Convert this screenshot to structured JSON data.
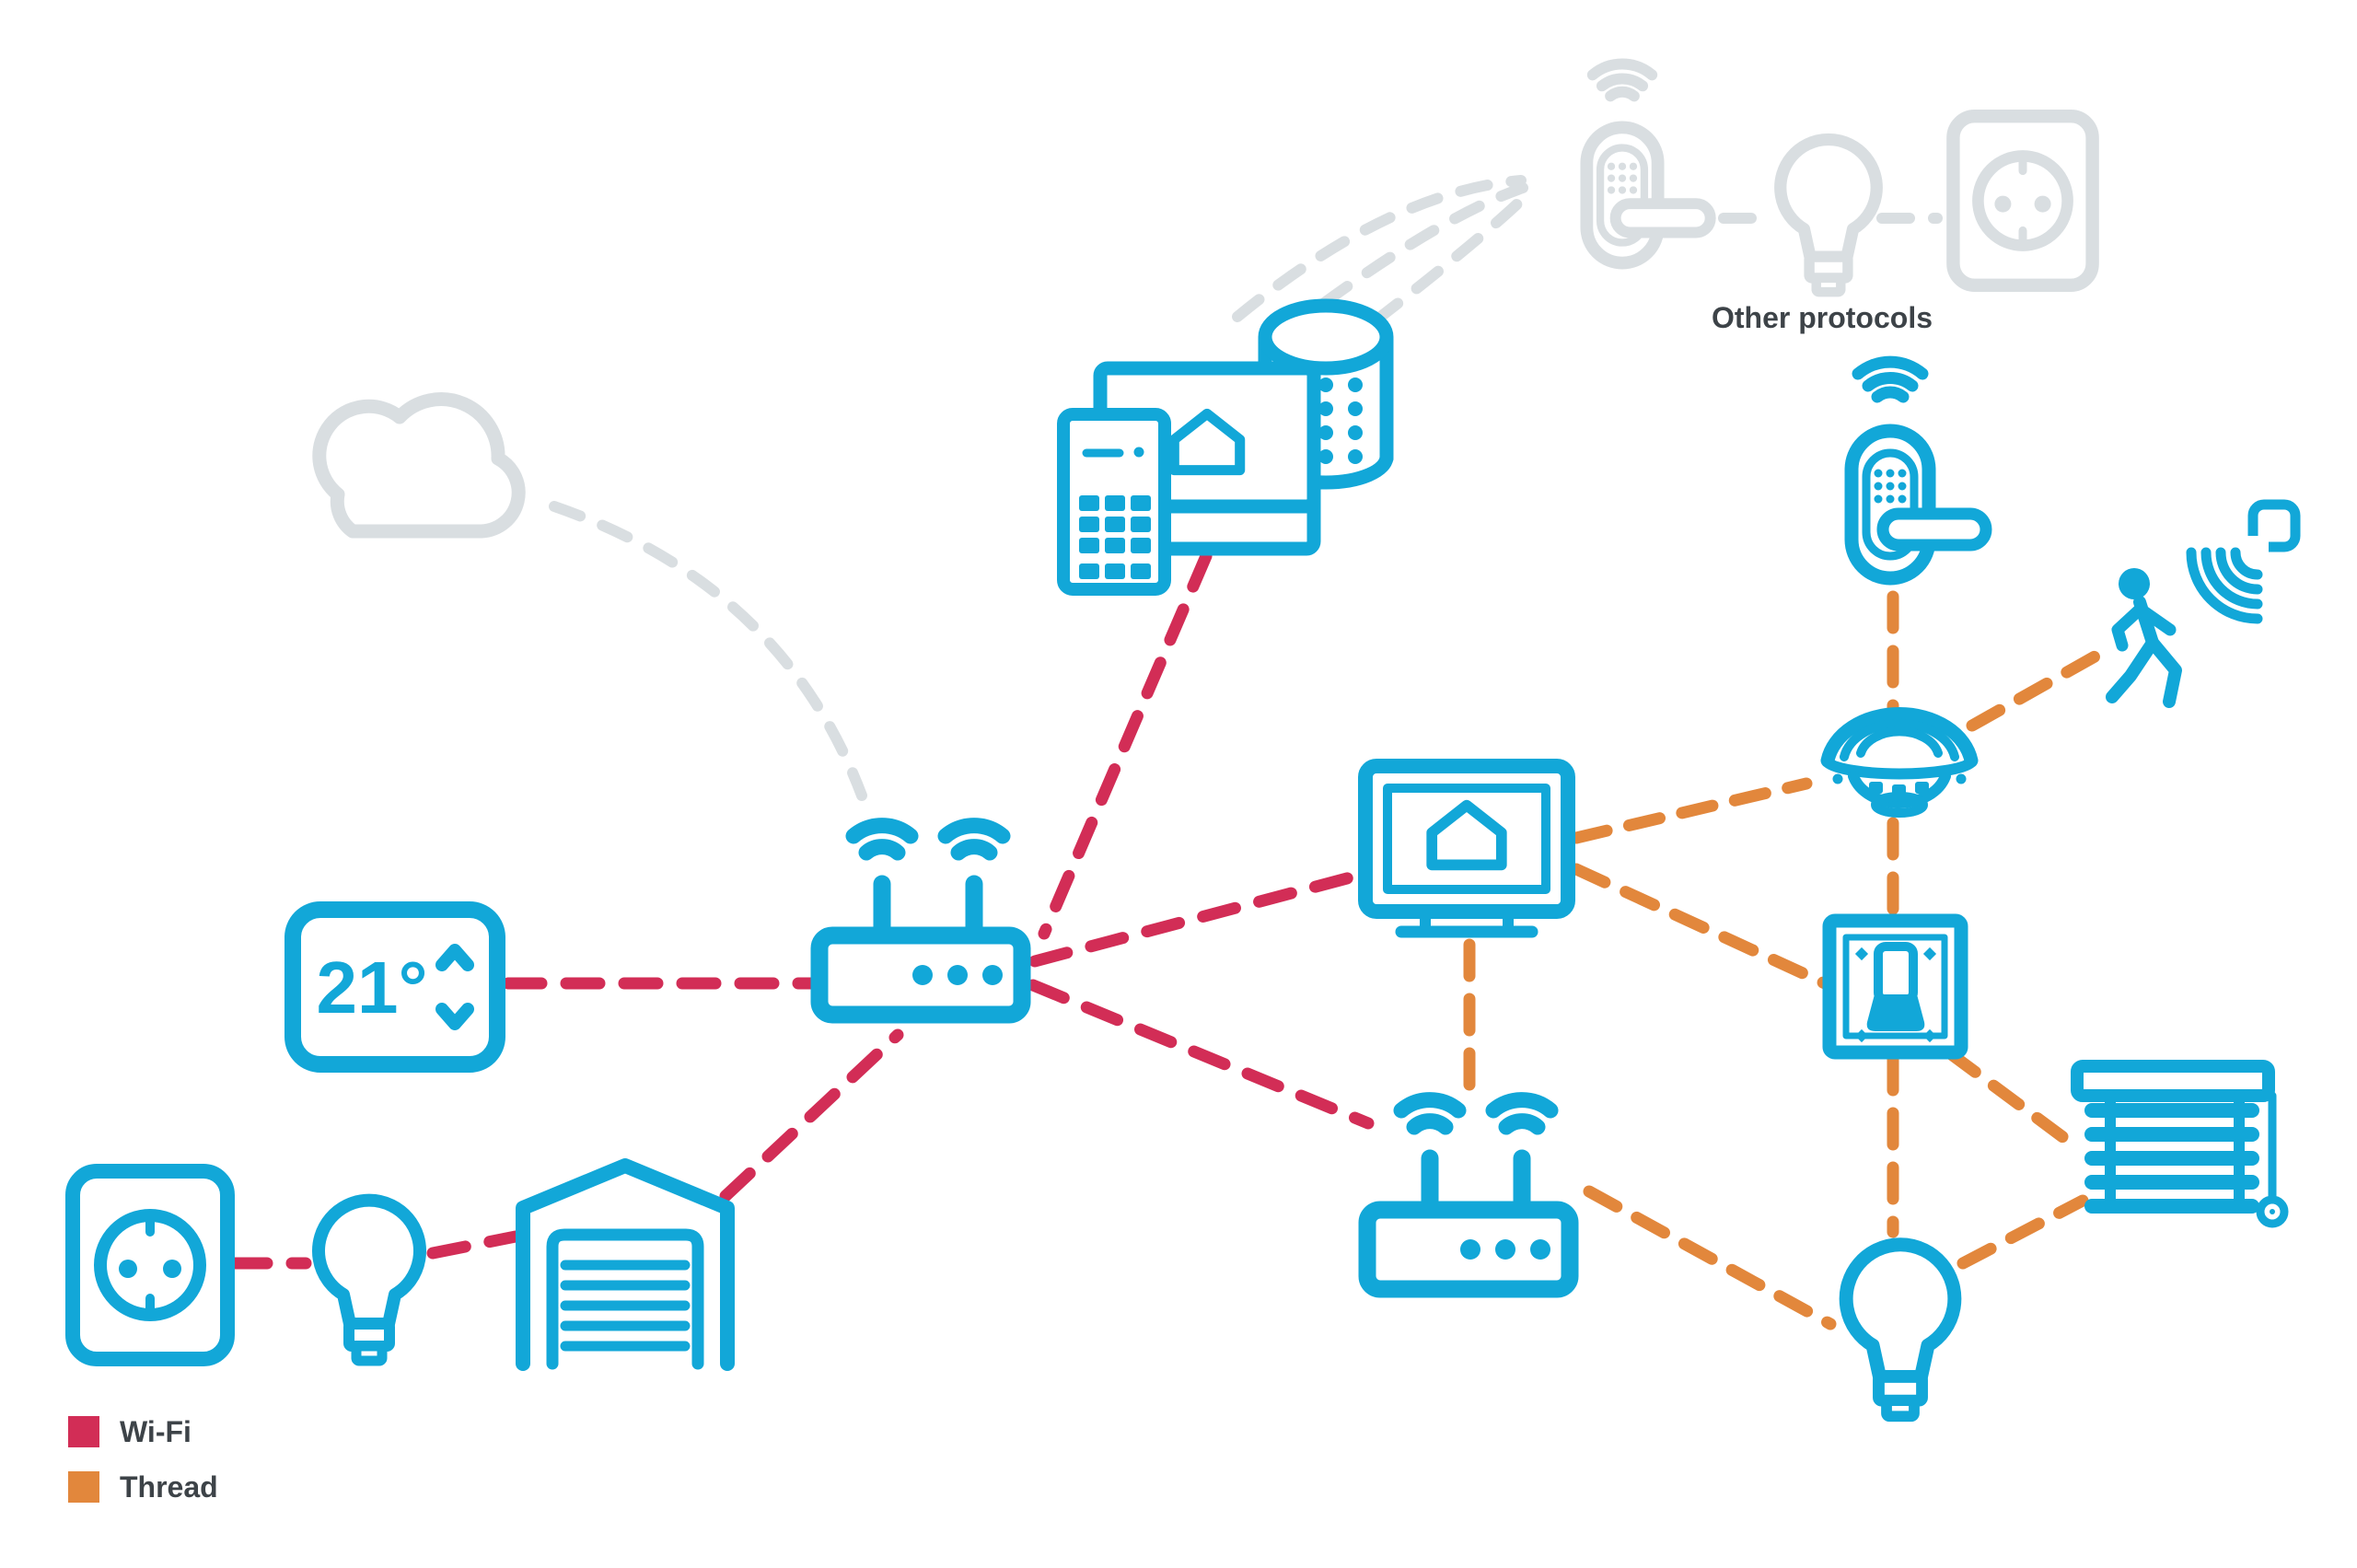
{
  "colors": {
    "device_teal": "#12A7D8",
    "wifi_red": "#D22D56",
    "thread_orange": "#E2873C",
    "inactive_grey": "#D9DEE1",
    "label_dark": "#3D4348",
    "background": "#FFFFFF"
  },
  "labels": {
    "other_protocols": "Other protocols"
  },
  "thermostat": {
    "temperature": "21°"
  },
  "legend": {
    "items": [
      {
        "id": "wifi",
        "label": "Wi-Fi",
        "color": "#D22D56"
      },
      {
        "id": "thread",
        "label": "Thread",
        "color": "#E2873C"
      }
    ]
  },
  "diagram": {
    "nodes": [
      {
        "id": "cloud",
        "type": "cloud-icon",
        "state": "inactive"
      },
      {
        "id": "wifi-router",
        "type": "router-icon",
        "state": "active"
      },
      {
        "id": "thermostat",
        "type": "thermostat-icon",
        "display": "21°",
        "state": "active"
      },
      {
        "id": "smart-plug",
        "type": "power-outlet-icon",
        "state": "active"
      },
      {
        "id": "light-bulb",
        "type": "bulb-icon",
        "state": "active"
      },
      {
        "id": "garage-door",
        "type": "garage-icon",
        "state": "active"
      },
      {
        "id": "mobile-devices",
        "type": "phone-tablet-speaker-icons",
        "state": "active"
      },
      {
        "id": "smart-home-hub",
        "type": "home-display-icon",
        "state": "active"
      },
      {
        "id": "thread-border-router",
        "type": "router-icon",
        "state": "active"
      },
      {
        "id": "smart-lock",
        "type": "door-lock-icon",
        "state": "active"
      },
      {
        "id": "smoke-detector",
        "type": "smoke-detector-icon",
        "state": "active"
      },
      {
        "id": "motion-sensor",
        "type": "walking-person-with-sensor-icon",
        "state": "active"
      },
      {
        "id": "light-switch",
        "type": "wall-switch-icon",
        "state": "active"
      },
      {
        "id": "smart-blinds",
        "type": "window-blinds-icon",
        "state": "active"
      },
      {
        "id": "light-bulb-2",
        "type": "bulb-icon",
        "state": "active"
      },
      {
        "id": "other-protocols-lock",
        "type": "door-lock-icon",
        "state": "inactive"
      },
      {
        "id": "other-protocols-bulb",
        "type": "bulb-icon",
        "state": "inactive"
      },
      {
        "id": "other-protocols-plug",
        "type": "power-outlet-icon",
        "state": "inactive"
      }
    ],
    "connections": [
      {
        "from": "cloud",
        "to": "wifi-router",
        "protocol": "other"
      },
      {
        "from": "thermostat",
        "to": "wifi-router",
        "protocol": "wifi"
      },
      {
        "from": "smart-plug",
        "to": "light-bulb",
        "protocol": "wifi"
      },
      {
        "from": "light-bulb",
        "to": "garage-door",
        "protocol": "wifi"
      },
      {
        "from": "garage-door",
        "to": "wifi-router",
        "protocol": "wifi"
      },
      {
        "from": "mobile-devices",
        "to": "wifi-router",
        "protocol": "wifi"
      },
      {
        "from": "mobile-devices",
        "to": "other-protocols-lock",
        "protocol": "other"
      },
      {
        "from": "wifi-router",
        "to": "smart-home-hub",
        "protocol": "wifi"
      },
      {
        "from": "wifi-router",
        "to": "thread-border-router",
        "protocol": "wifi"
      },
      {
        "from": "smart-home-hub",
        "to": "smoke-detector",
        "protocol": "thread"
      },
      {
        "from": "smart-home-hub",
        "to": "light-switch",
        "protocol": "thread"
      },
      {
        "from": "smart-home-hub",
        "to": "thread-border-router",
        "protocol": "thread"
      },
      {
        "from": "smart-lock",
        "to": "smoke-detector",
        "protocol": "thread"
      },
      {
        "from": "smoke-detector",
        "to": "light-switch",
        "protocol": "thread"
      },
      {
        "from": "smoke-detector",
        "to": "motion-sensor",
        "protocol": "thread"
      },
      {
        "from": "light-switch",
        "to": "light-bulb-2",
        "protocol": "thread"
      },
      {
        "from": "light-switch",
        "to": "smart-blinds",
        "protocol": "thread"
      },
      {
        "from": "thread-border-router",
        "to": "light-bulb-2",
        "protocol": "thread"
      },
      {
        "from": "light-bulb-2",
        "to": "smart-blinds",
        "protocol": "thread"
      }
    ]
  }
}
